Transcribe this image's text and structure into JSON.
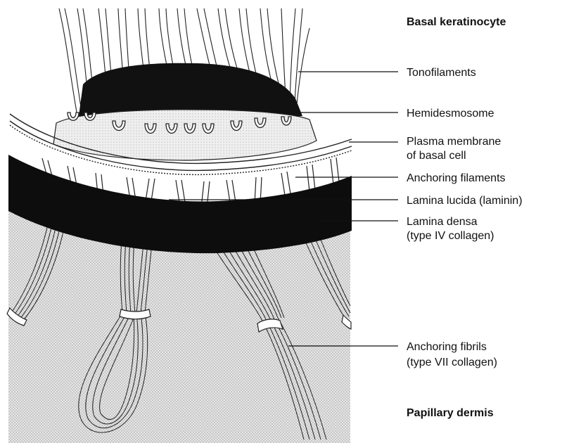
{
  "diagram": {
    "headings": {
      "top": "Basal keratinocyte",
      "bottom": "Papillary dermis"
    },
    "labels": {
      "tonofilaments": "Tonofilaments",
      "hemidesmosome": "Hemidesmosome",
      "plasma_membrane_line1": "Plasma membrane",
      "plasma_membrane_line2": "of basal cell",
      "anchoring_filaments": "Anchoring filaments",
      "lamina_lucida": "Lamina lucida (laminin)",
      "lamina_densa_line1": "Lamina densa",
      "lamina_densa_line2": "(type IV collagen)",
      "anchoring_fibrils_line1": "Anchoring fibrils",
      "anchoring_fibrils_line2": "(type VII collagen)"
    }
  }
}
